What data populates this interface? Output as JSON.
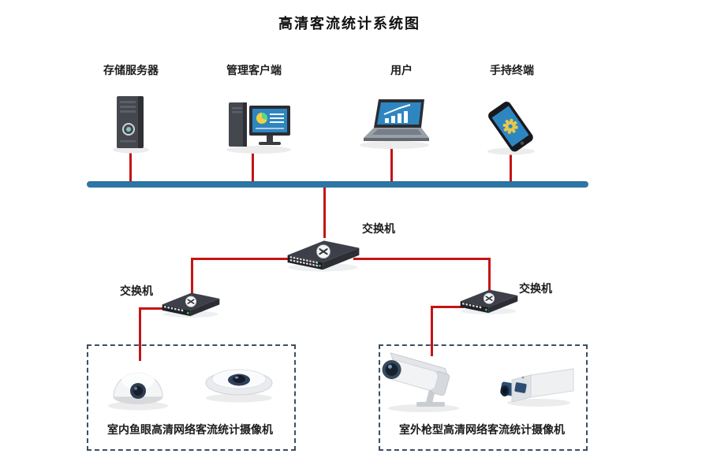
{
  "title": "高清客流统计系统图",
  "devices": {
    "storage_server": {
      "label": "存储服务器",
      "icon": "server-tower-icon"
    },
    "management_client": {
      "label": "管理客户端",
      "icon": "desktop-computer-icon"
    },
    "user": {
      "label": "用户",
      "icon": "laptop-icon"
    },
    "handheld_terminal": {
      "label": "手持终端",
      "icon": "smartphone-icon"
    }
  },
  "switches": {
    "core": {
      "label": "交换机"
    },
    "left": {
      "label": "交换机"
    },
    "right": {
      "label": "交换机"
    }
  },
  "camera_groups": {
    "indoor_fisheye": {
      "label": "室内鱼眼高清网络客流统计摄像机",
      "cameras": [
        "dome-fisheye-camera-icon",
        "ceiling-fisheye-camera-icon"
      ]
    },
    "outdoor_bullet": {
      "label": "室外枪型高清网络客流统计摄像机",
      "cameras": [
        "bullet-camera-icon",
        "box-camera-icon"
      ]
    }
  },
  "colors": {
    "bus_line": "#2e76a6",
    "link_line": "#c51414",
    "group_border": "#3d4e63"
  }
}
